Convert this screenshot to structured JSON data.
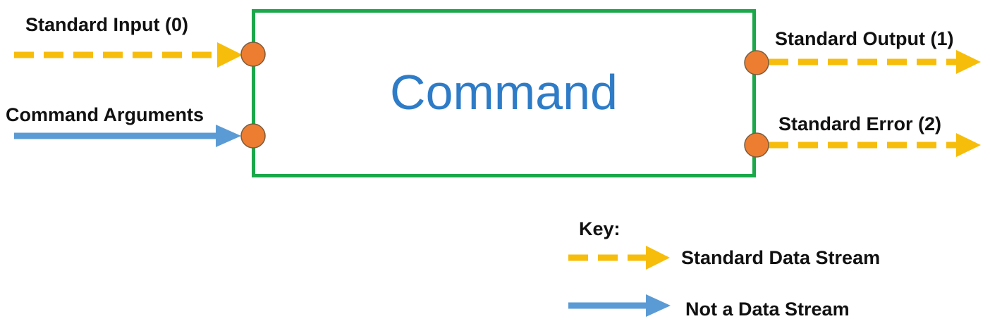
{
  "colors": {
    "data_stream": "#f7bd0b",
    "non_data_stream": "#5b9bd5",
    "box_border": "#1aa84a",
    "port": "#ed7d31",
    "title": "#2e7cc7"
  },
  "diagram": {
    "title": "Command",
    "inputs": [
      {
        "label": "Standard Input (0)",
        "kind": "data"
      },
      {
        "label": "Command Arguments",
        "kind": "non-data"
      }
    ],
    "outputs": [
      {
        "label": "Standard Output (1)",
        "kind": "data"
      },
      {
        "label": "Standard Error (2)",
        "kind": "data"
      }
    ]
  },
  "key": {
    "heading": "Key:",
    "items": [
      {
        "label": "Standard Data Stream",
        "kind": "data"
      },
      {
        "label": "Not a Data Stream",
        "kind": "non-data"
      }
    ]
  }
}
